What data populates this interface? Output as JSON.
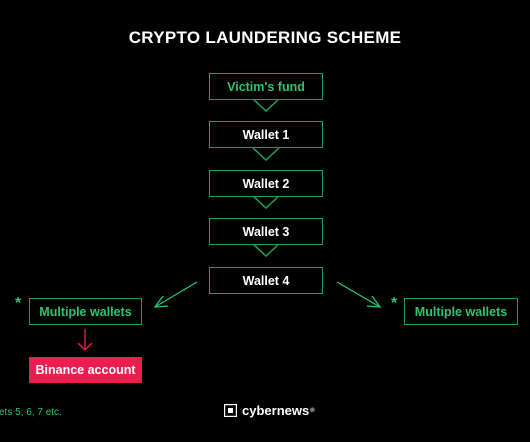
{
  "title": "CRYPTO LAUNDERING SCHEME",
  "flow": {
    "source": "Victim's fund",
    "wallets": [
      "Wallet 1",
      "Wallet 2",
      "Wallet 3",
      "Wallet 4"
    ]
  },
  "branches": {
    "left": {
      "label": "Multiple wallets",
      "marker": "*"
    },
    "right": {
      "label": "Multiple wallets",
      "marker": "*"
    },
    "destination": "Binance account"
  },
  "footnote": "ets 5, 6, 7 etc.",
  "brand": {
    "name": "cybernews",
    "mark": "®"
  },
  "colors": {
    "background": "#000000",
    "accent_green": "#2bc46e",
    "border_green": "#1fa05a",
    "binance_red": "#ef1c4f"
  }
}
